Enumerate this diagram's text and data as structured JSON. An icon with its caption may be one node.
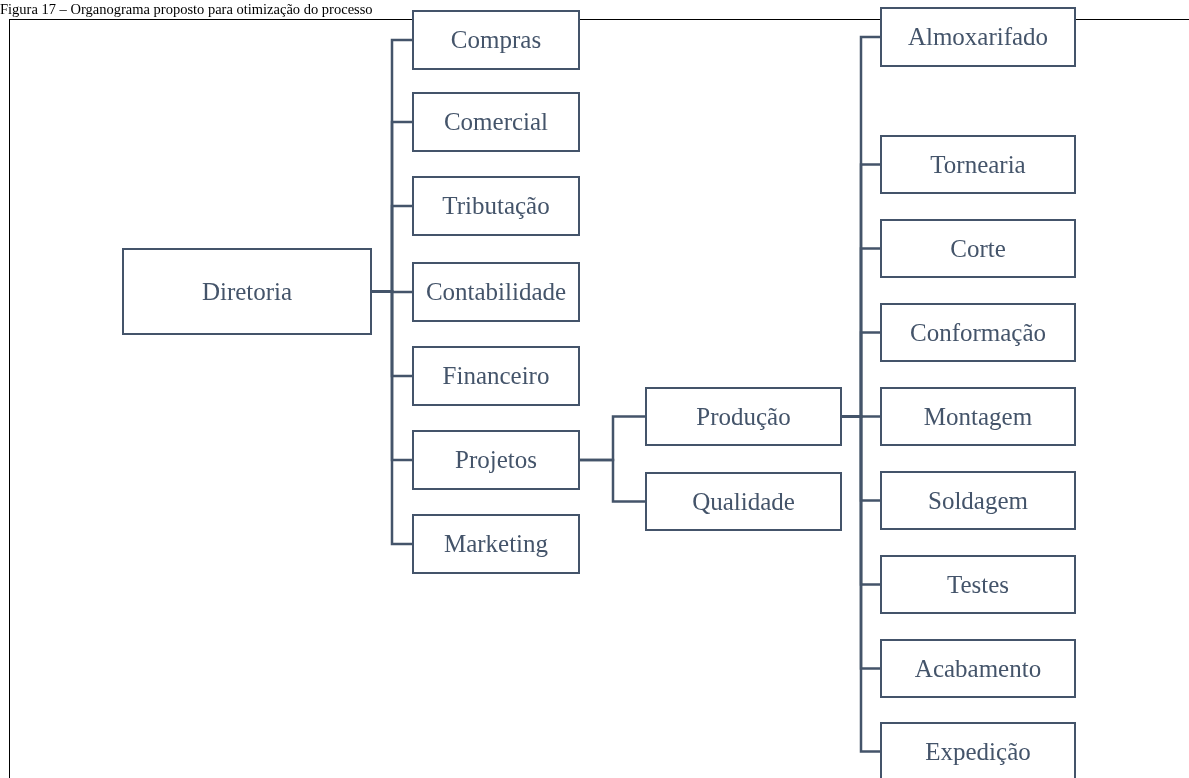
{
  "diagram": {
    "title": "Figura 17 – Organograma proposto para otimização do processo",
    "nodes": [
      {
        "text": [
          "Diretoria"
        ]
      },
      {
        "text": [
          "Compras"
        ]
      },
      {
        "text": [
          "Comercial"
        ]
      },
      {
        "text": [
          "Tributação"
        ]
      },
      {
        "text": [
          "Contabilidade"
        ]
      },
      {
        "text": [
          "Financeiro"
        ]
      },
      {
        "text": [
          "Projetos"
        ]
      },
      {
        "text": [
          "Marketing"
        ]
      },
      {
        "text": [
          "Produção"
        ]
      },
      {
        "text": [
          "Qualidade"
        ]
      },
      {
        "text": [
          "Almoxarifado"
        ]
      },
      {
        "text": [
          "Tornearia"
        ]
      },
      {
        "text": [
          "Corte"
        ]
      },
      {
        "text": [
          "Conformação"
        ]
      },
      {
        "text": [
          "Montagem"
        ]
      },
      {
        "text": [
          "Soldagem"
        ]
      },
      {
        "text": [
          "Testes"
        ]
      },
      {
        "text": [
          "Acabamento"
        ]
      },
      {
        "text": [
          "Expedição"
        ]
      }
    ],
    "edges": [
      {
        "from": 0,
        "to": 1,
        "arrow": "none"
      },
      {
        "from": 0,
        "to": 2,
        "arrow": "none"
      },
      {
        "from": 0,
        "to": 3,
        "arrow": "none"
      },
      {
        "from": 0,
        "to": 4,
        "arrow": "none"
      },
      {
        "from": 0,
        "to": 5,
        "arrow": "none"
      },
      {
        "from": 0,
        "to": 6,
        "arrow": "none"
      },
      {
        "from": 0,
        "to": 7,
        "arrow": "none"
      },
      {
        "from": 6,
        "to": 8,
        "arrow": "none"
      },
      {
        "from": 6,
        "to": 9,
        "arrow": "none"
      },
      {
        "from": 8,
        "to": 10,
        "arrow": "none"
      },
      {
        "from": 8,
        "to": 11,
        "arrow": "none"
      },
      {
        "from": 8,
        "to": 12,
        "arrow": "none"
      },
      {
        "from": 8,
        "to": 13,
        "arrow": "none"
      },
      {
        "from": 8,
        "to": 14,
        "arrow": "none"
      },
      {
        "from": 8,
        "to": 15,
        "arrow": "none"
      },
      {
        "from": 8,
        "to": 16,
        "arrow": "none"
      },
      {
        "from": 8,
        "to": 17,
        "arrow": "none"
      },
      {
        "from": 8,
        "to": 18,
        "arrow": "none"
      }
    ]
  }
}
